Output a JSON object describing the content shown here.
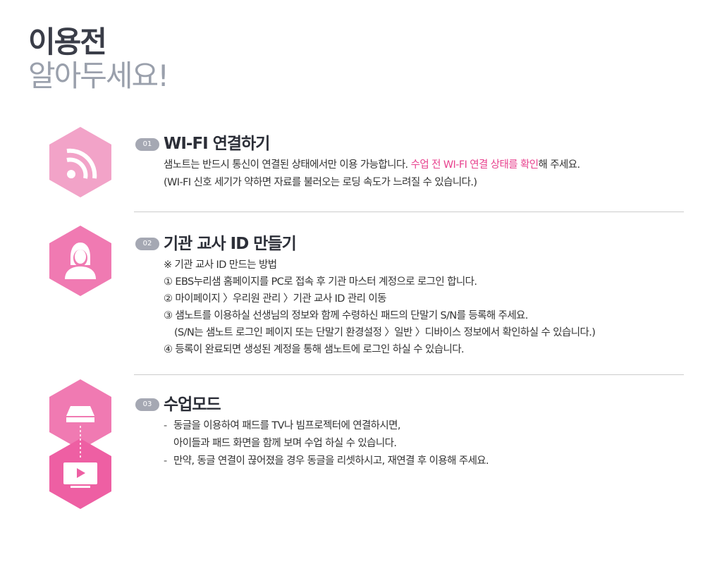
{
  "header": {
    "title_bold": "이용전",
    "title_light": "알아두세요!"
  },
  "colors": {
    "accent": "#e8438f",
    "hex_light": "#f2a3c8",
    "hex_mid": "#f07ab2",
    "hex_dark": "#ee5fa3",
    "badge": "#a5a8b3"
  },
  "sections": [
    {
      "badge": "01",
      "title": "WI-FI 연결하기",
      "icon": "wifi-icon",
      "line1_a": "샘노트는 반드시 통신이 연결된 상태에서만 이용 가능합니다. ",
      "line1_hl": "수업 전 WI-FI 연결 상태를 확인",
      "line1_b": "해 주세요.",
      "line2": "(WI-FI 신호 세기가 약하면 자료를 불러오는 로딩 속도가 느려질 수 있습니다.)"
    },
    {
      "badge": "02",
      "title": "기관 교사 ID 만들기",
      "icon": "user-icon",
      "lines": [
        "※ 기관 교사 ID 만드는 방법",
        "① EBS누리샘 홈페이지를 PC로 접속 후 기관 마스터 계정으로 로그인 합니다.",
        "② 마이페이지 〉우리원 관리 〉기관 교사 ID 관리 이동",
        "③ 샘노트를 이용하실 선생님의 정보와 함께 수령하신 패드의 단말기 S/N를 등록해 주세요.",
        "(S/N는 샘노트 로그인 페이지 또는 단말기 환경설정 〉일반 〉디바이스 정보에서 확인하실 수 있습니다.)",
        "④ 등록이 완료되면 생성된 계정을 통해 샘노트에 로그인 하실 수 있습니다."
      ]
    },
    {
      "badge": "03",
      "title": "수업모드",
      "icon_top": "dongle-icon",
      "icon_bottom": "tv-play-icon",
      "dash": "-",
      "lines": [
        "동글을 이용하여 패드를 TV나 빔프로젝터에 연결하시면,",
        "아이들과 패드 화면을 함께 보며 수업 하실 수 있습니다.",
        "만약, 동글 연결이 끊어졌을 경우 동글을 리셋하시고, 재연결 후 이용해 주세요."
      ]
    }
  ]
}
